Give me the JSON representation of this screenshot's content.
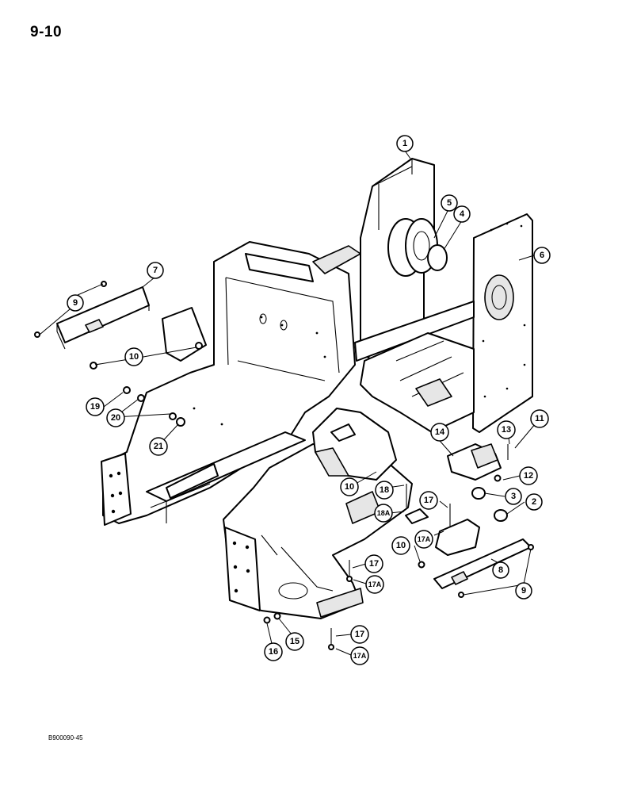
{
  "page": {
    "number": "9-10",
    "doc_code": "B900090-45"
  },
  "callouts": [
    {
      "id": "c1",
      "label": "1"
    },
    {
      "id": "c2",
      "label": "2"
    },
    {
      "id": "c3",
      "label": "3"
    },
    {
      "id": "c4",
      "label": "4"
    },
    {
      "id": "c5",
      "label": "5"
    },
    {
      "id": "c6",
      "label": "6"
    },
    {
      "id": "c7",
      "label": "7"
    },
    {
      "id": "c8",
      "label": "8"
    },
    {
      "id": "c9a",
      "label": "9"
    },
    {
      "id": "c9b",
      "label": "9"
    },
    {
      "id": "c10a",
      "label": "10"
    },
    {
      "id": "c10b",
      "label": "10"
    },
    {
      "id": "c10c",
      "label": "10"
    },
    {
      "id": "c11",
      "label": "11"
    },
    {
      "id": "c12",
      "label": "12"
    },
    {
      "id": "c13",
      "label": "13"
    },
    {
      "id": "c14",
      "label": "14"
    },
    {
      "id": "c15",
      "label": "15"
    },
    {
      "id": "c16",
      "label": "16"
    },
    {
      "id": "c17a",
      "label": "17"
    },
    {
      "id": "c17b",
      "label": "17"
    },
    {
      "id": "c17c",
      "label": "17"
    },
    {
      "id": "c17Aa",
      "label": "17A"
    },
    {
      "id": "c17Ab",
      "label": "17A"
    },
    {
      "id": "c17Ac",
      "label": "17A"
    },
    {
      "id": "c18",
      "label": "18"
    },
    {
      "id": "c18A",
      "label": "18A"
    },
    {
      "id": "c19",
      "label": "19"
    },
    {
      "id": "c20",
      "label": "20"
    },
    {
      "id": "c21",
      "label": "21"
    }
  ]
}
